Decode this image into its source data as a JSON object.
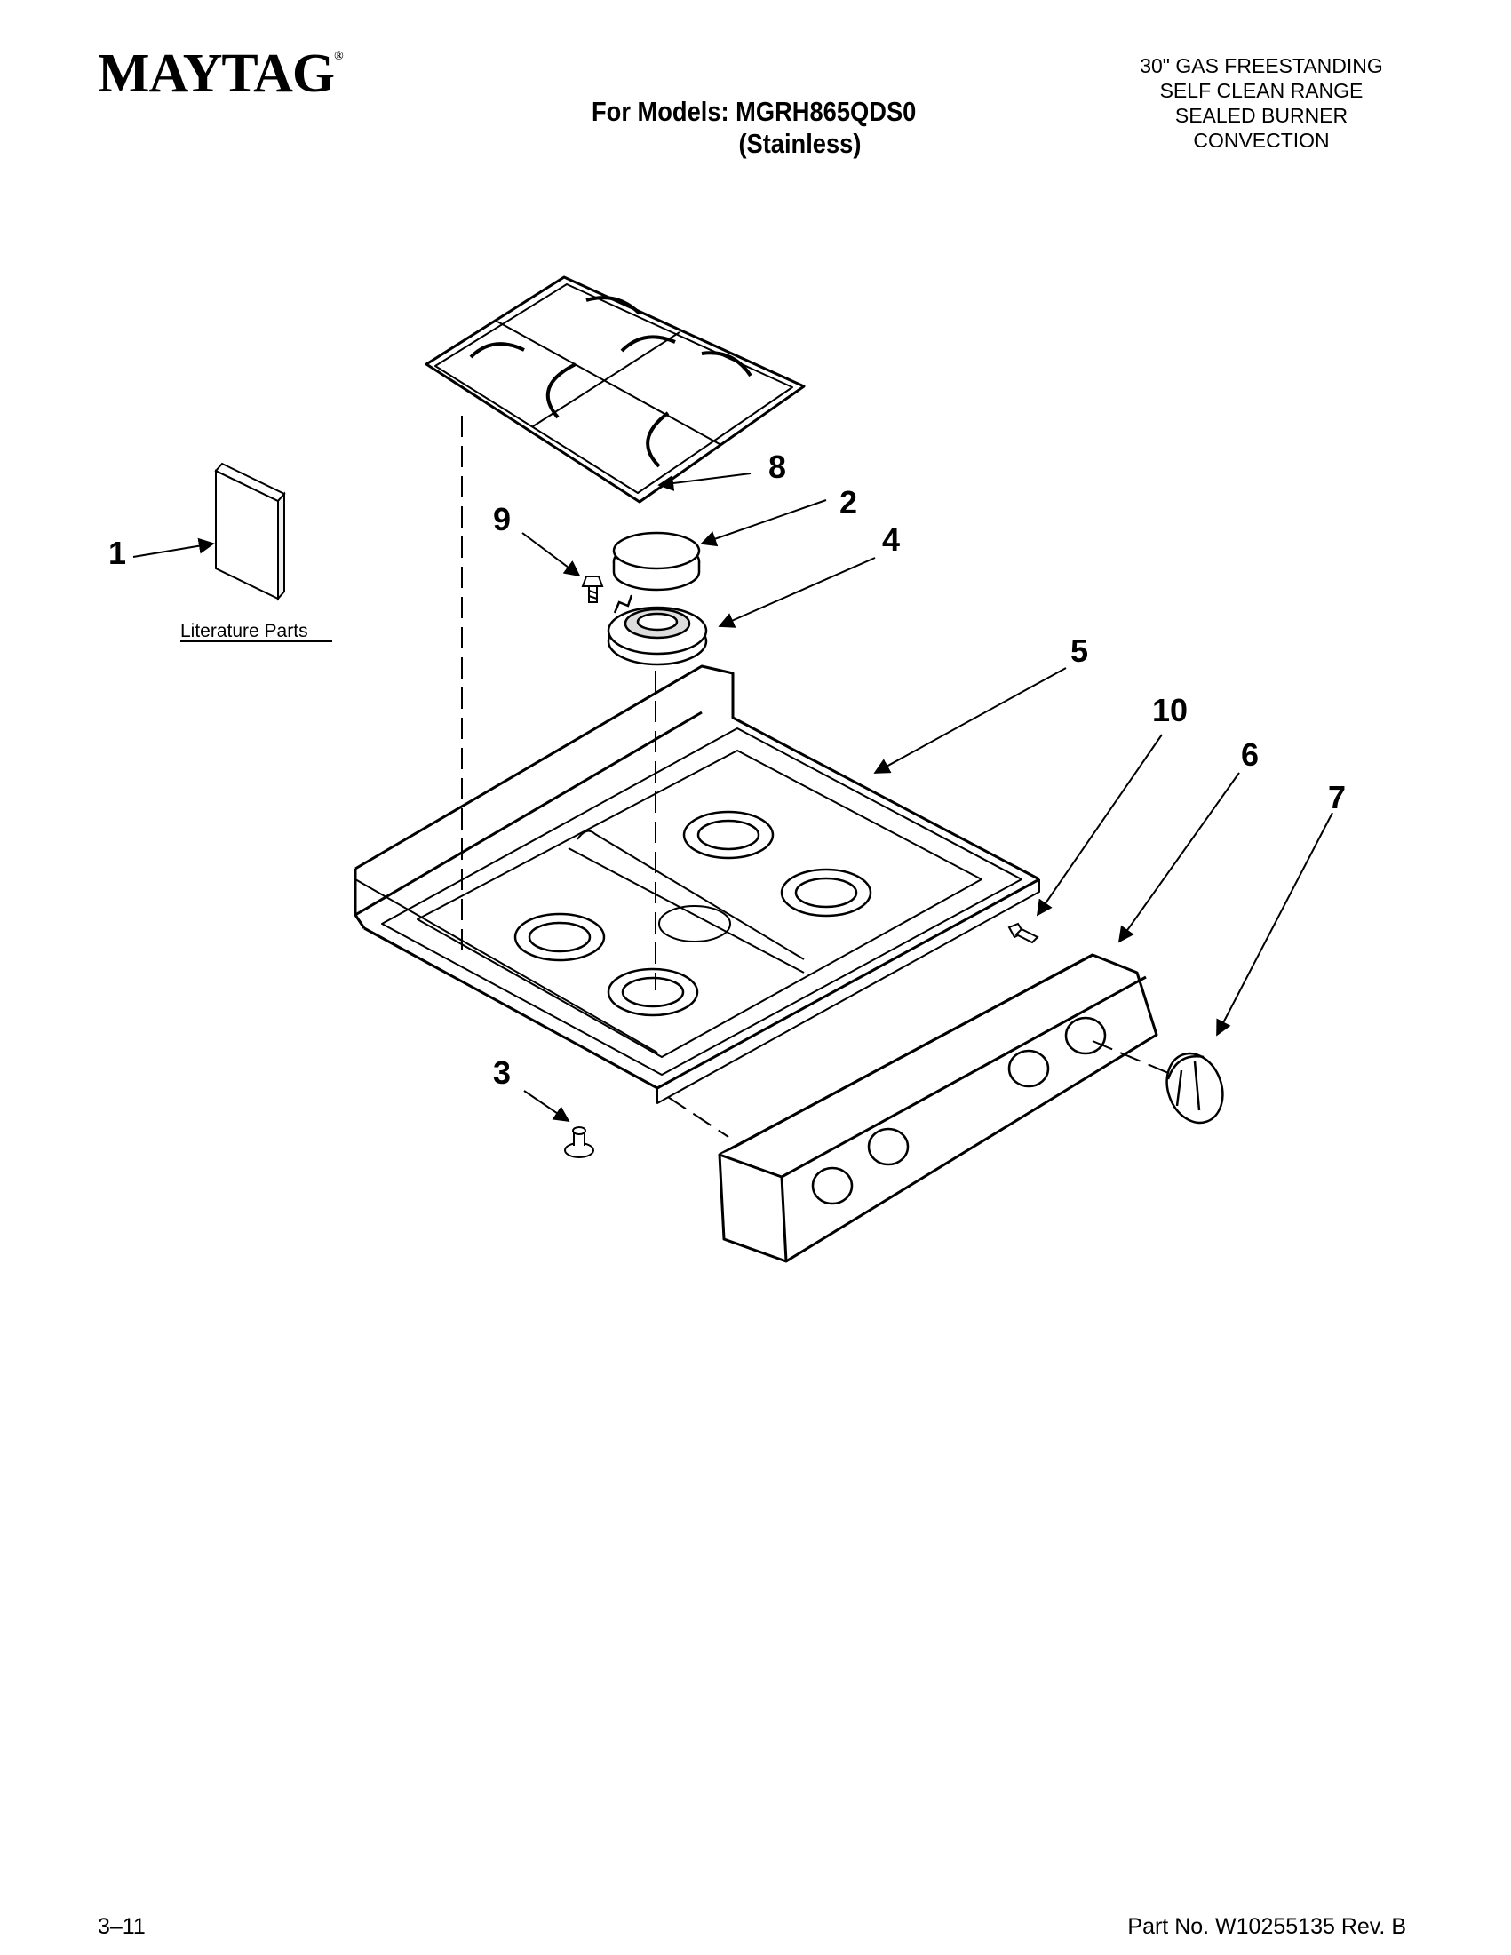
{
  "header": {
    "brand": "MAYTAG",
    "brand_mark": "®",
    "models_line1": "For Models: MGRH865QDS0",
    "models_line2": "(Stainless)",
    "description": [
      "30\" GAS FREESTANDING",
      "SELF CLEAN RANGE",
      "SEALED BURNER",
      "CONVECTION"
    ]
  },
  "diagram": {
    "literature_label": "Literature Parts",
    "callouts": [
      "1",
      "2",
      "3",
      "4",
      "5",
      "6",
      "7",
      "8",
      "9",
      "10"
    ]
  },
  "footer": {
    "page": "3–11",
    "part_number": "Part No. W10255135 Rev. B"
  }
}
